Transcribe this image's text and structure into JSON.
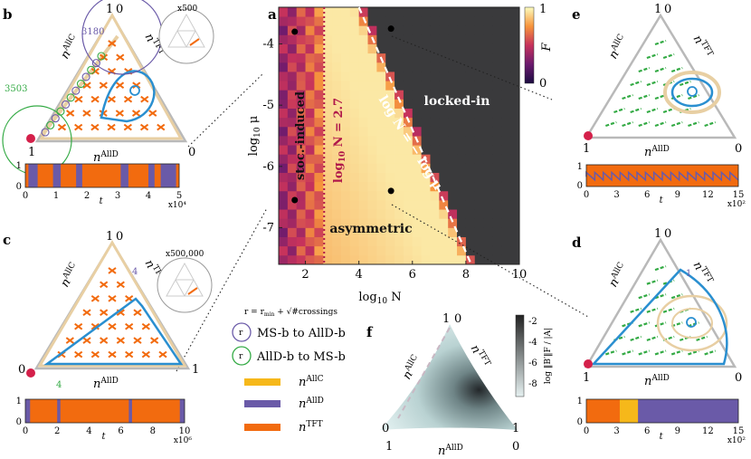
{
  "colors": {
    "allc": "#f6b81a",
    "alld": "#6a5aa8",
    "tft": "#f26b0f",
    "ms_orbit": "#2a8fd0",
    "green": "#33aa44",
    "violet": "#6a5aa8",
    "tan": "#e8cfa3",
    "dark": "#3a3a3c",
    "red_line": "#b0184a",
    "dot": "#d4204a",
    "gray": "#b9b9b9"
  },
  "panels": {
    "a": {
      "label": "a",
      "colorbar": {
        "label": "F",
        "top": "1",
        "bottom": "0"
      },
      "annotations": {
        "locked": "locked-in",
        "stoc": "stoc.-induced",
        "asym": "asymmetric",
        "critical": "log10 N = 2.7",
        "diagonal": "log N = − log μ"
      }
    },
    "b": {
      "label": "b",
      "vertex_top_left": "1",
      "vertex_top_right": "0",
      "vertex_bottom_left": "1",
      "vertex_bottom_right": "0",
      "axis_left": "nAllC",
      "axis_right": "nTFT",
      "axis_bottom": "nAllD",
      "zoom": "x500",
      "crossing_a": "3180",
      "crossing_b": "3503",
      "ts_xscale": "x10⁴",
      "ts_xlabel": "t",
      "ts_xticks": [
        "0",
        "1",
        "2",
        "3",
        "4",
        "5"
      ],
      "ts_yticks": [
        "0",
        "1"
      ]
    },
    "c": {
      "label": "c",
      "vertex_top_left": "1",
      "vertex_top_right": "0",
      "vertex_bottom_left": "0",
      "vertex_bottom_right": "1",
      "axis_left": "nAllC",
      "axis_right": "nTFT",
      "axis_bottom": "nAllD",
      "zoom": "x500,000",
      "crossing_a": "4",
      "crossing_b": "4",
      "ts_xscale": "x10⁶",
      "ts_xlabel": "t",
      "ts_xticks": [
        "0",
        "2",
        "4",
        "6",
        "8",
        "10"
      ],
      "ts_yticks": [
        "0",
        "1"
      ]
    },
    "d": {
      "label": "d",
      "vertex_top_left": "1",
      "vertex_top_right": "0",
      "vertex_bottom_left": "1",
      "vertex_bottom_right": "0",
      "axis_left": "nAllC",
      "axis_right": "nTFT",
      "axis_bottom": "nAllD",
      "crossing_a": "1",
      "ts_xscale": "x10²",
      "ts_xlabel": "t",
      "ts_xticks": [
        "0",
        "3",
        "6",
        "9",
        "12",
        "15"
      ],
      "ts_yticks": [
        "0",
        "1"
      ]
    },
    "e": {
      "label": "e",
      "vertex_top_left": "1",
      "vertex_top_right": "0",
      "vertex_bottom_left": "1",
      "vertex_bottom_right": "0",
      "axis_left": "nAllC",
      "axis_right": "nTFT",
      "axis_bottom": "nAllD",
      "ts_xscale": "x10²",
      "ts_xlabel": "t",
      "ts_xticks": [
        "0",
        "3",
        "6",
        "9",
        "12",
        "15"
      ],
      "ts_yticks": [
        "0",
        "1"
      ]
    },
    "f": {
      "label": "f",
      "vertex_top_left": "1",
      "vertex_top_right": "0",
      "vertex_bottom_left": "1",
      "vertex_bottom_right": "0",
      "axis_left": "nAllC",
      "axis_right": "nTFT",
      "axis_bottom": "nAllD",
      "colorbar_ticks": [
        "-2",
        "-4",
        "-6",
        "-8"
      ],
      "colorbar_label": "log ‖B′‖F / |A|"
    }
  },
  "legend": {
    "formula": "r = rmin + √#crossings",
    "r_symbol": "r",
    "ms_to_alld": "MS-b to AllD-b",
    "alld_to_ms": "AllD-b to MS-b",
    "allc": "nAllC",
    "alld": "nAllD",
    "tft": "nTFT"
  },
  "chart_data": {
    "type": "heatmap",
    "title": "",
    "xlabel": "log10 N",
    "ylabel": "log10 μ",
    "xlim": [
      1,
      10
    ],
    "ylim": [
      -7.6,
      -3.4
    ],
    "x_ticks": [
      "2",
      "4",
      "6",
      "8",
      "10"
    ],
    "y_ticks": [
      "-4",
      "-5",
      "-6",
      "-7"
    ],
    "colorbar_range": [
      0,
      1
    ],
    "colormap": "inferno",
    "regions": [
      "stoc.-induced",
      "asymmetric",
      "locked-in"
    ],
    "lines": [
      {
        "name": "log10 N = 2.7",
        "x": 2.7
      },
      {
        "name": "log N = − log μ",
        "slope": -1
      }
    ],
    "marked_points": [
      {
        "x": 1.6,
        "y": -3.8
      },
      {
        "x": 5.2,
        "y": -3.75
      },
      {
        "x": 5.2,
        "y": -6.4
      },
      {
        "x": 1.6,
        "y": -6.55
      }
    ]
  }
}
